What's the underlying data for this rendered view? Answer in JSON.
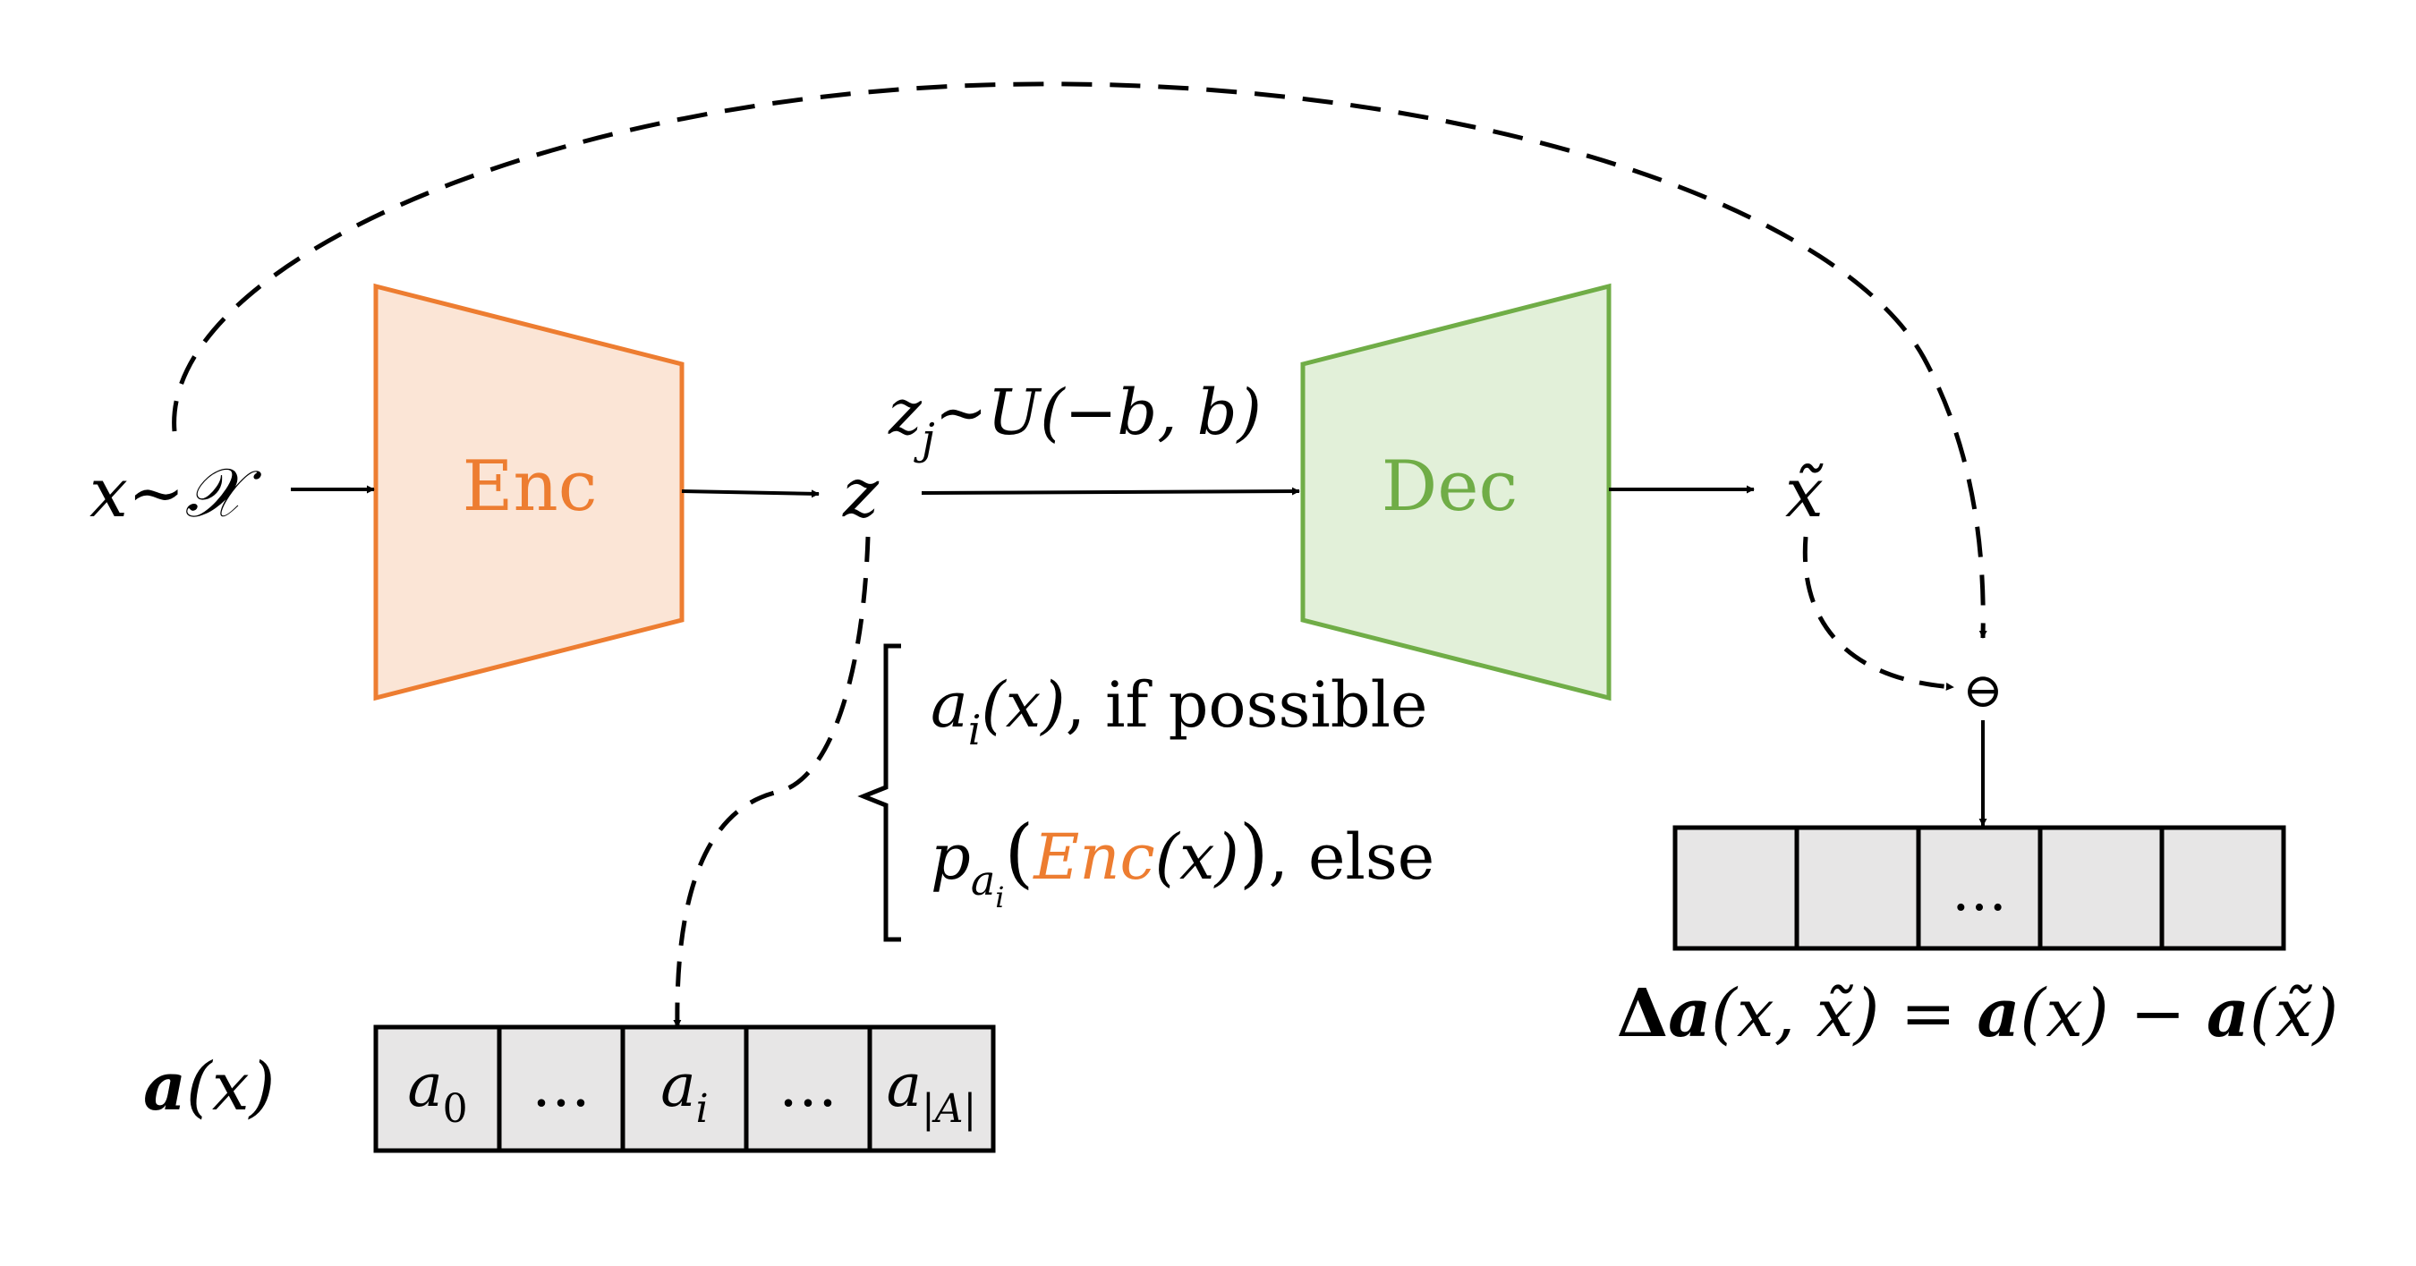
{
  "colors": {
    "encoder_fill": "#fbe5d6",
    "encoder_stroke": "#ed7d31",
    "decoder_fill": "#e2f0d9",
    "decoder_stroke": "#70ad47",
    "cell_fill": "#e7e6e6",
    "ink": "#000000"
  },
  "nodes": {
    "input": {
      "x": "x",
      "tilde": "∼",
      "set": "𝒳"
    },
    "encoder_label": "Enc",
    "latent": "z",
    "sample": {
      "z": "z",
      "j": "j",
      "rest": "∼U(−b, b)"
    },
    "decoder_label": "Dec",
    "reconstruction": "x̃",
    "minus_op": "⊖"
  },
  "cases": {
    "first": {
      "a": "a",
      "i": "i",
      "arg": "(x)",
      "cond": ", if possible"
    },
    "second": {
      "p": "p",
      "a": "a",
      "i": "i",
      "open": "(",
      "enc": "Enc",
      "arg": "(x)",
      "close": ")",
      "cond": ", else"
    }
  },
  "attribute_vector": {
    "label_a": "a",
    "label_arg": "(x)",
    "cells": [
      {
        "base": "a",
        "sub": "0"
      },
      {
        "base": "…",
        "sub": ""
      },
      {
        "base": "a",
        "sub": "i"
      },
      {
        "base": "…",
        "sub": ""
      },
      {
        "base": "a",
        "sub": "|A|"
      }
    ]
  },
  "delta_vector": {
    "cells": [
      "",
      "",
      "…",
      "",
      ""
    ],
    "formula": {
      "delta": "Δ",
      "a1": "a",
      "args1": "(x, x̃) = ",
      "a2": "a",
      "args2": "(x) − ",
      "a3": "a",
      "args3": "(x̃)"
    }
  }
}
